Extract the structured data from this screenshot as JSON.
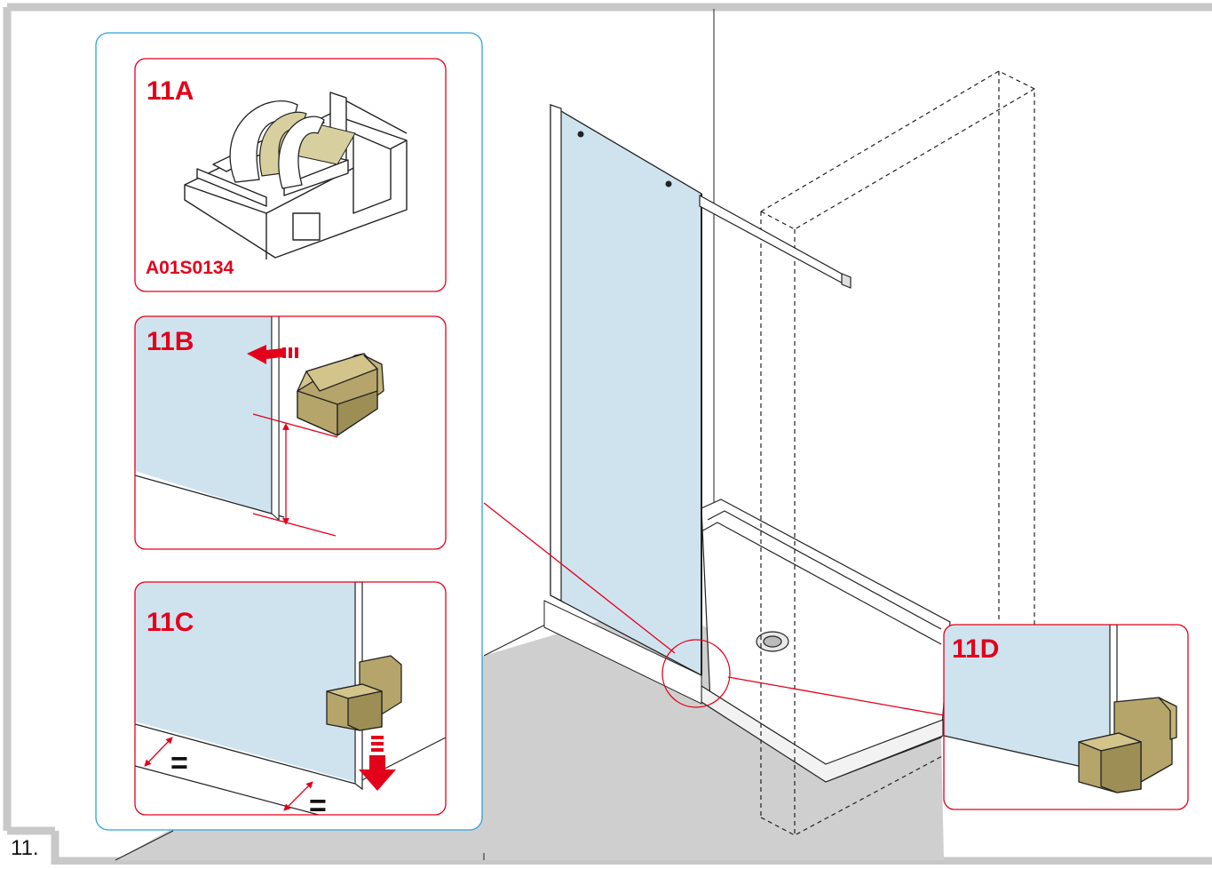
{
  "figure": {
    "step_number": "11.",
    "panels": [
      {
        "id": "11A",
        "label": "11A",
        "part_code": "A01S0134"
      },
      {
        "id": "11B",
        "label": "11B"
      },
      {
        "id": "11C",
        "label": "11C",
        "equal_marks": [
          "=",
          "="
        ]
      },
      {
        "id": "11D",
        "label": "11D"
      }
    ]
  },
  "colors": {
    "accent_red": "#e3001b",
    "glass": "#cfe3ef",
    "part_gold": "#b5a56a",
    "floor": "#cfcfcf",
    "frame_gray": "#c8c8c8",
    "callout_blue": "#2ea3d8"
  }
}
